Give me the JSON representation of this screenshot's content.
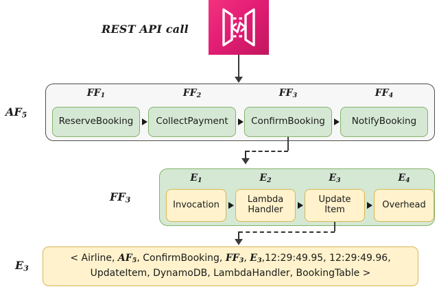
{
  "diagram": {
    "title_caption": "REST API call",
    "icon": {
      "name": "aws-api-gateway-icon",
      "gradient_from": "#F4327F",
      "gradient_to": "#C2175F"
    },
    "colors": {
      "green_fill": "#D5E8D4",
      "green_border": "#82B366",
      "yellow_fill": "#FFF2CC",
      "yellow_border": "#D6B656",
      "group_fill": "#F7F7F7",
      "group_border": "#4D4D4D",
      "connector": "#2F2F2F"
    },
    "side_labels": {
      "application_flow": "AF",
      "application_flow_sub": "5",
      "function_flow": "FF",
      "function_flow_sub": "3",
      "event": "E",
      "event_sub": "3"
    },
    "application_flow": {
      "group_name": "AF5",
      "steps": [
        {
          "tag": "FF",
          "tag_sub": "1",
          "label": "ReserveBooking"
        },
        {
          "tag": "FF",
          "tag_sub": "2",
          "label": "CollectPayment"
        },
        {
          "tag": "FF",
          "tag_sub": "3",
          "label": "ConfirmBooking"
        },
        {
          "tag": "FF",
          "tag_sub": "4",
          "label": "NotifyBooking"
        }
      ]
    },
    "function_flow": {
      "group_name": "FF3",
      "steps": [
        {
          "tag": "E",
          "tag_sub": "1",
          "label": "Invocation"
        },
        {
          "tag": "E",
          "tag_sub": "2",
          "label": "Lambda\nHandler",
          "line1": "Lambda",
          "line2": "Handler"
        },
        {
          "tag": "E",
          "tag_sub": "3",
          "label": "Update\nItem",
          "line1": "Update",
          "line2": "Item"
        },
        {
          "tag": "E",
          "tag_sub": "4",
          "label": "Overhead"
        }
      ]
    },
    "event_tuple": {
      "line1_part1": "< Airline, ",
      "line1_af": "AF",
      "line1_af_sub": "5",
      "line1_part2": ", ConfirmBooking, ",
      "line1_ff": "FF",
      "line1_ff_sub": "3",
      "line1_part3": ", ",
      "line1_e": "E",
      "line1_e_sub": "3",
      "line1_part4": ",12:29:49.95, 12:29:49.96,",
      "line2": "UpdateItem, DynamoDB, LambdaHandler, BookingTable >",
      "timestamp_start": "12:29:49.95",
      "timestamp_end": "12:29:49.96",
      "operation": "UpdateItem",
      "service": "DynamoDB",
      "caller": "LambdaHandler",
      "resource": "BookingTable"
    }
  }
}
